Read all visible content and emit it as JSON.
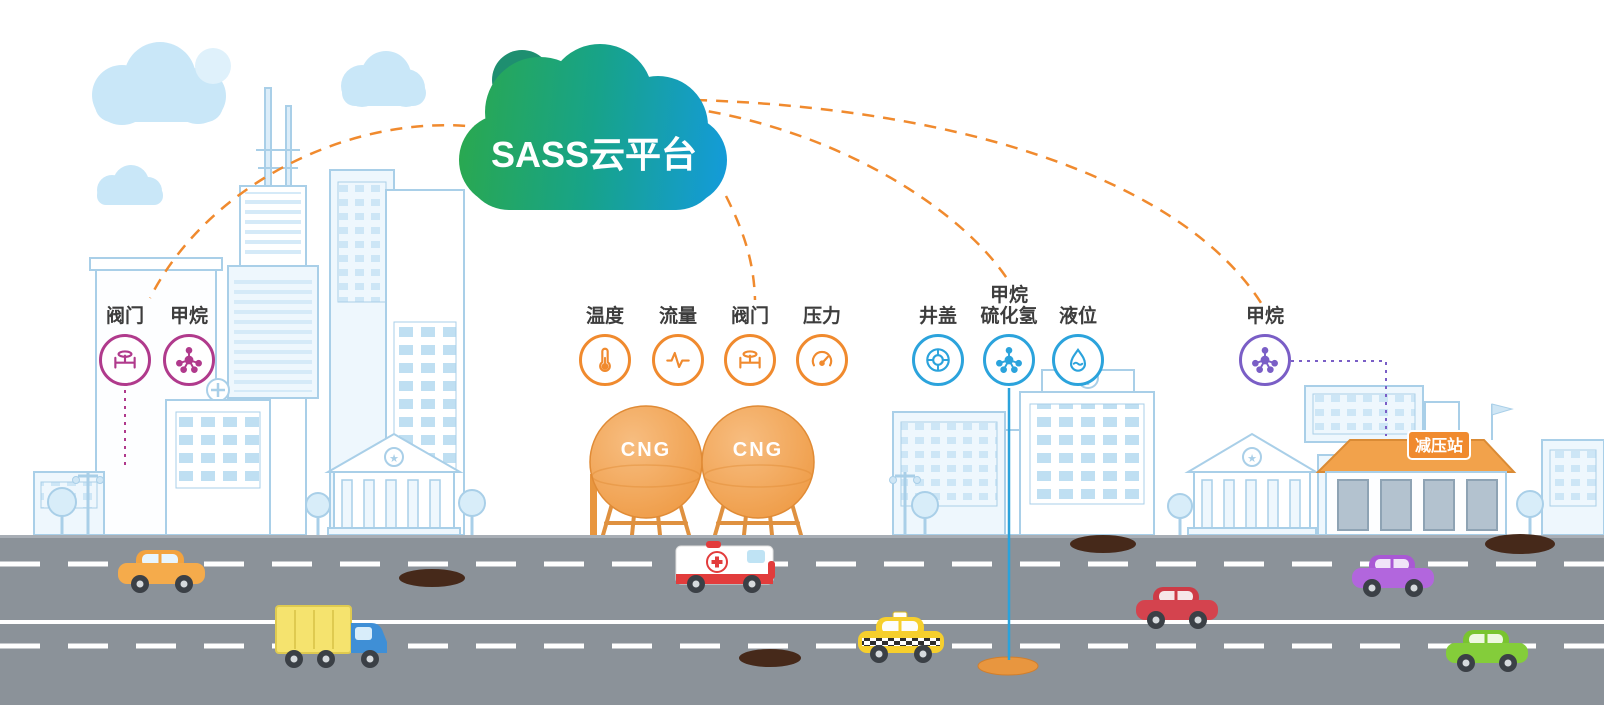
{
  "cloud": {
    "title": "SASS云平台"
  },
  "groups": {
    "city": {
      "valve": {
        "label": "阀门"
      },
      "methane": {
        "label": "甲烷"
      }
    },
    "cng": {
      "temperature": {
        "label": "温度"
      },
      "flow": {
        "label": "流量"
      },
      "valve": {
        "label": "阀门"
      },
      "pressure": {
        "label": "压力"
      }
    },
    "manhole": {
      "cover": {
        "label": "井盖"
      },
      "gas": {
        "label_line1": "甲烷",
        "label_line2": "硫化氢"
      },
      "level": {
        "label": "液位"
      }
    },
    "station": {
      "methane": {
        "label": "甲烷"
      }
    }
  },
  "tanks": {
    "tank1": "CNG",
    "tank2": "CNG"
  },
  "station": {
    "sign": "减压站"
  },
  "icons": {
    "bank_star": "★"
  },
  "colors": {
    "magenta": "#b03a8c",
    "orange": "#f08a2e",
    "blue": "#2ba3dc",
    "purple": "#7a5ec6",
    "tank_orange": "#f2a24b",
    "road_gray": "#8b9299",
    "skyline_stroke": "#a9cfe8",
    "cloud_green": "#2aa84f",
    "cloud_blue": "#149bd7"
  }
}
